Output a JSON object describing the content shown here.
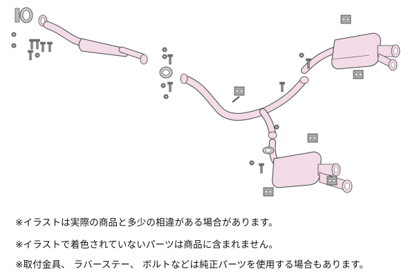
{
  "notes": [
    "※イラストは実際の商品と多少の相違がある場合があります。",
    "※イラストで着色されていないパーツは商品に含まれません。",
    "※取付金具、 ラバーステー、 ボルトなどは純正パーツを使用する場合もあります。"
  ],
  "colors": {
    "pipe_fill": "#f3dbe8",
    "outline": "#444444",
    "hardware": "#666666",
    "background": "#ffffff"
  },
  "icons": [
    "bolt-icon",
    "nut-icon",
    "rubber-hanger-icon",
    "gasket-icon"
  ]
}
